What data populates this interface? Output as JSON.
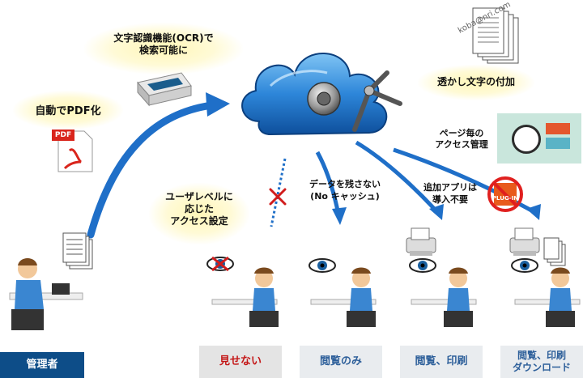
{
  "labels": {
    "ocr": "文字認識機能(OCR)で\n検索可能に",
    "auto_pdf": "自動でPDF化",
    "pdf_icon_text": "PDF",
    "watermark": "透かし文字の付加",
    "watermark_sample": "koba@nri.com",
    "page_access": "ページ毎の\nアクセス管理",
    "user_level": "ユーザレベルに\n応じた\nアクセス設定",
    "no_cache": "データを残さない\n(No キャッシュ)",
    "plugin_none": "追加アプリは\n導入不要",
    "plugin_badge": "PLUG-IN"
  },
  "footer": {
    "admin": "管理者",
    "hidden": "見せない",
    "view_only": "閲覧のみ",
    "view_print": "閲覧、印刷",
    "view_print_download": "閲覧、印刷\nダウンロード"
  },
  "colors": {
    "arrow": "#1f6fc8",
    "admin_bar": "#0d4d88",
    "deny_x": "#d11c1c",
    "footer_text": "#2d5f9a",
    "hidden_text": "#c41717"
  }
}
